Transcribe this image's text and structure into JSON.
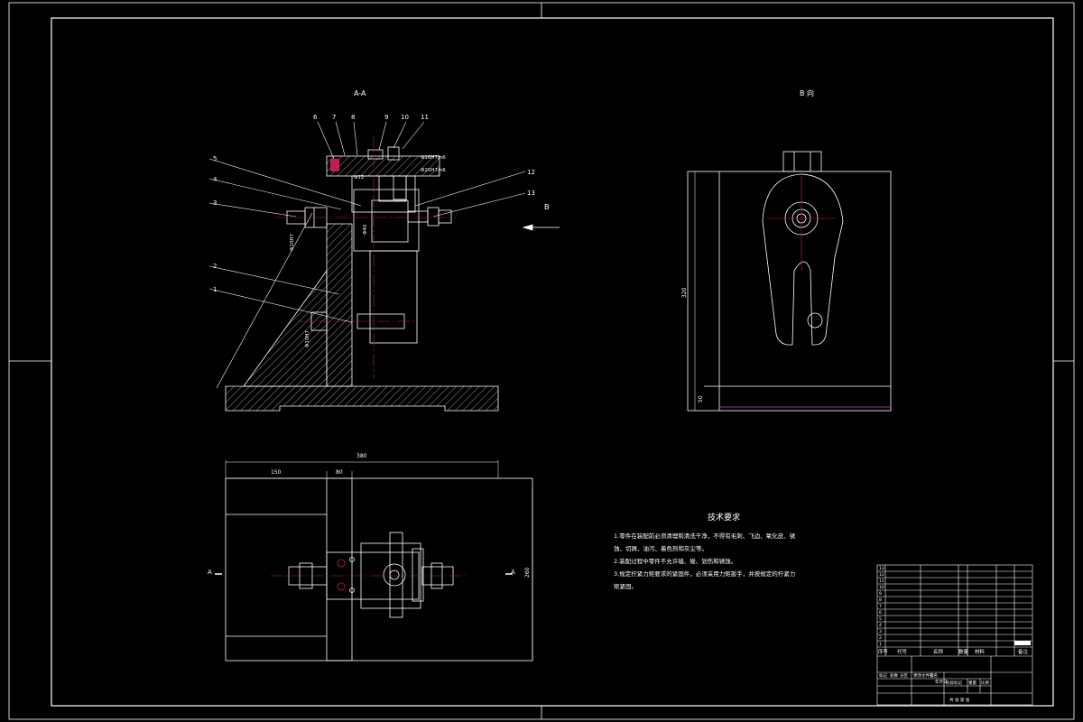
{
  "section_title": "A-A",
  "view_title": "B 向",
  "view_arrow_label": "B",
  "callouts": [
    "6",
    "7",
    "8",
    "9",
    "10",
    "11",
    "12",
    "13",
    "5",
    "4",
    "3",
    "2",
    "1"
  ],
  "dims": {
    "d_top1": "Φ16H7/n6",
    "d_top2": "Φ20H7/n6",
    "d_mid": "Φ12",
    "d_left": "Φ10H7",
    "d_bot": "Φ10H7",
    "d_body": "Φ40",
    "overall_width": "380",
    "seg_a": "150",
    "seg_b": "80",
    "side_height": "260",
    "view_height": "320",
    "view_base": "50",
    "section_mark_left": "A",
    "section_mark_right": "A"
  },
  "tech": {
    "title": "技术要求",
    "lines": [
      "1.零件在装配前必须清理和清洗干净，不得有毛刺、飞边、氧化皮、锈",
      "蚀、切屑、油污、着色剂和灰尘等。",
      "2.装配过程中零件不允许磕、碰、划伤和锈蚀。",
      "3.规定拧紧力矩要求的紧固件，必须采用力矩扳手，并按规定的拧紧力",
      "矩紧固。"
    ]
  },
  "title_block": {
    "header_no": "序号",
    "header_code": "代号",
    "header_name": "名称",
    "header_qty": "数量",
    "header_mat": "材料",
    "header_note": "备注",
    "rows": [
      "13",
      "12",
      "11",
      "10",
      "9",
      "8",
      "7",
      "6",
      "5",
      "4",
      "3",
      "2",
      "1"
    ],
    "sign_labels": [
      "标记",
      "处数",
      "分区",
      "更改文件号",
      "签名",
      "年月日"
    ],
    "stage_label": "阶段标记",
    "weight_label": "重量",
    "scale_label": "比例",
    "sheet_label": "共  张  第  张"
  }
}
